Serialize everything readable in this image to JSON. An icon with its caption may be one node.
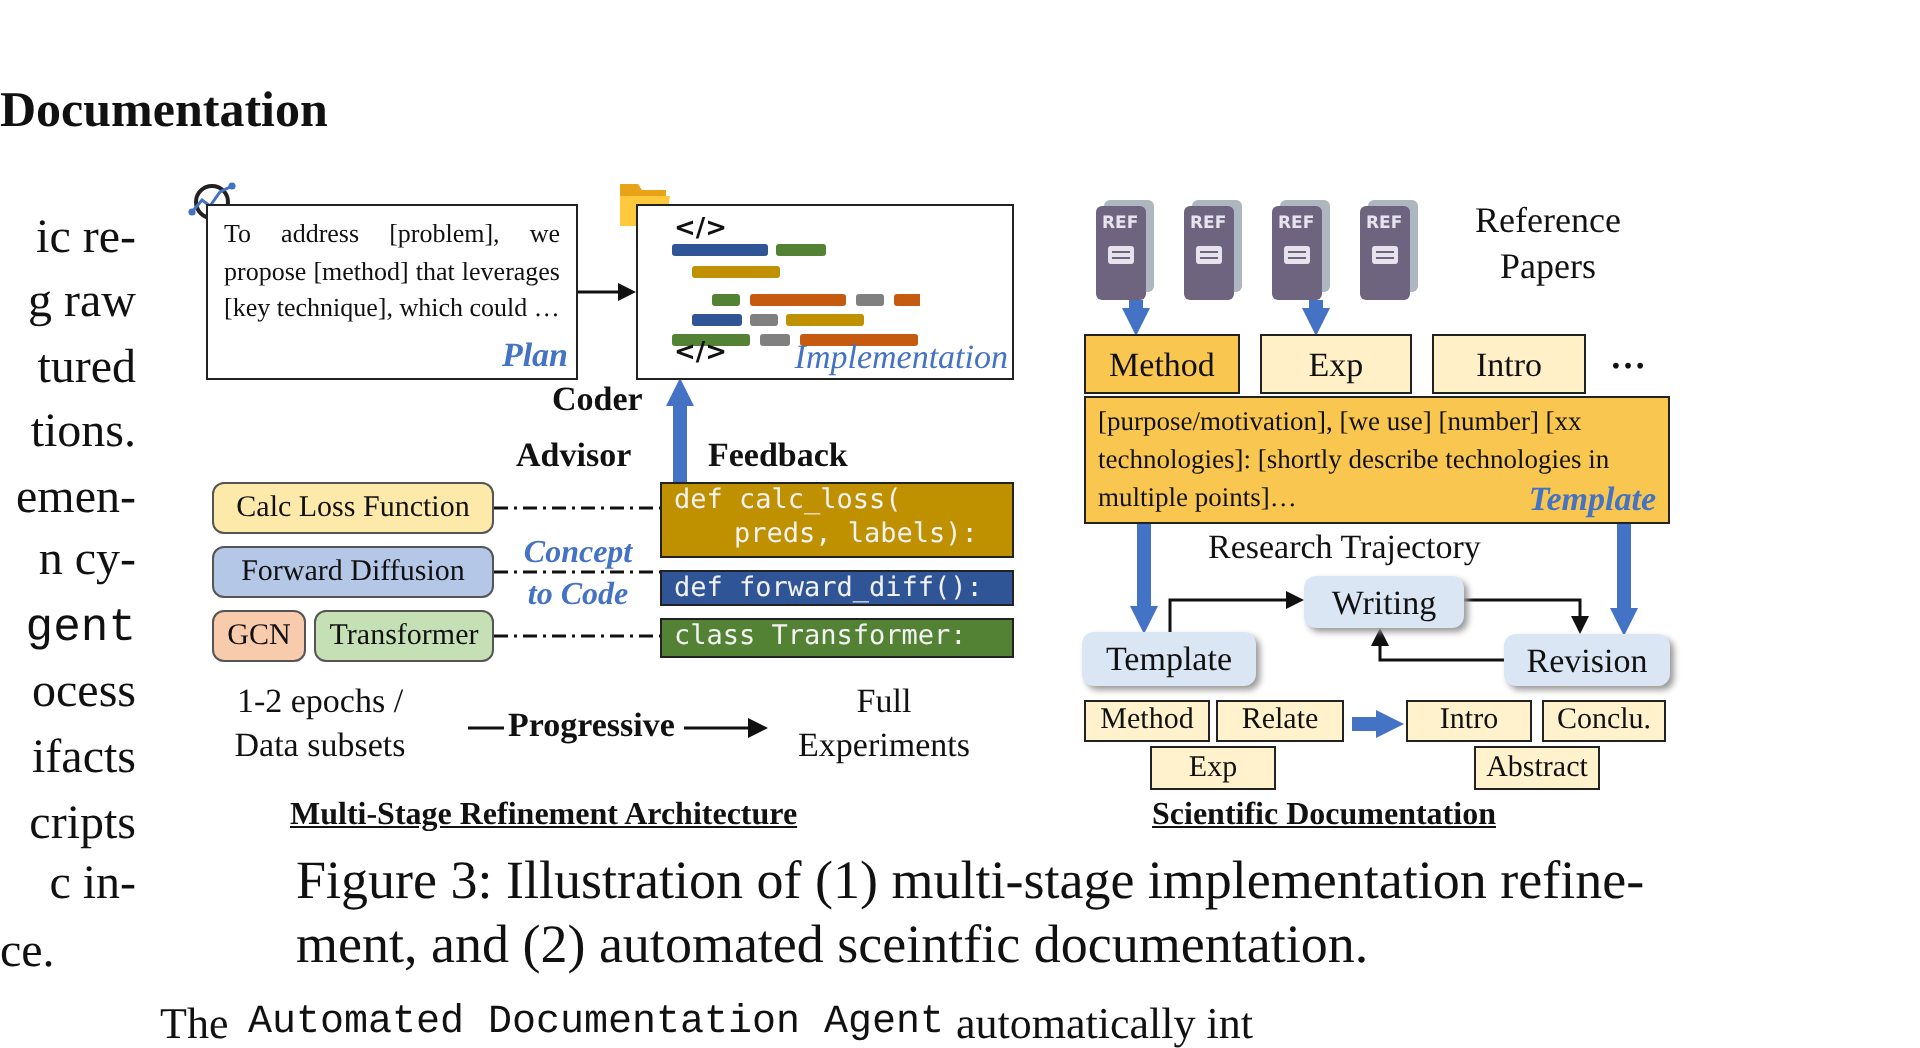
{
  "diagram": {
    "caption": "Figure 3: Illustration of (1) multi-stage implementation refine-ment, and (2) automated sceintfic documentation.",
    "nodes": [
      {
        "text": [
          "To address [problem], we propose [method] that leverages [key technique], which could …",
          "Plan"
        ]
      },
      {
        "text": [
          "</>",
          "</>",
          "Implementation"
        ]
      },
      {
        "text": [
          "Calc Loss Function"
        ]
      },
      {
        "text": [
          "Forward Diffusion"
        ]
      },
      {
        "text": [
          "GCN"
        ]
      },
      {
        "text": [
          "Transformer"
        ]
      },
      {
        "text": [
          "def calc_loss( preds, labels):"
        ]
      },
      {
        "text": [
          "def forward_diff():"
        ]
      },
      {
        "text": [
          "class Transformer:"
        ]
      },
      {
        "text": [
          "REF"
        ]
      },
      {
        "text": [
          "REF"
        ]
      },
      {
        "text": [
          "REF"
        ]
      },
      {
        "text": [
          "REF"
        ]
      },
      {
        "text": [
          "Method"
        ]
      },
      {
        "text": [
          "Exp"
        ]
      },
      {
        "text": [
          "Intro"
        ]
      },
      {
        "text": [
          "[purpose/motivation], [we use] [number] [xx technologies]: [shortly describe technologies in multiple points]…",
          "Template"
        ]
      },
      {
        "text": [
          "Writing"
        ]
      },
      {
        "text": [
          "Template"
        ]
      },
      {
        "text": [
          "Revision"
        ]
      },
      {
        "text": [
          "Method"
        ]
      },
      {
        "text": [
          "Relate"
        ]
      },
      {
        "text": [
          "Exp"
        ]
      },
      {
        "text": [
          "Intro"
        ]
      },
      {
        "text": [
          "Conclu."
        ]
      },
      {
        "text": [
          "Abstract"
        ]
      }
    ],
    "edges": [
      {
        "from": 0,
        "to": 1,
        "arrow": "to"
      },
      {
        "from": 2,
        "to": 6,
        "arrow": "none",
        "style": "dashed"
      },
      {
        "from": 3,
        "to": 7,
        "arrow": "none",
        "style": "dashed"
      },
      {
        "from": 5,
        "to": 8,
        "arrow": "none",
        "style": "dashed"
      },
      {
        "from": 9,
        "to": 13,
        "arrow": "to",
        "style": "thick",
        "color": "#4472c4"
      },
      {
        "from": 11,
        "to": 14,
        "arrow": "to",
        "style": "thick",
        "color": "#4472c4"
      },
      {
        "from": 16,
        "to": 18,
        "arrow": "to",
        "style": "thick",
        "color": "#4472c4"
      },
      {
        "from": 16,
        "to": 19,
        "arrow": "to",
        "style": "thick",
        "color": "#4472c4"
      },
      {
        "from": 18,
        "to": 17,
        "arrow": "to"
      },
      {
        "from": 17,
        "to": 19,
        "arrow": "to"
      },
      {
        "from": 19,
        "to": 17,
        "arrow": "to"
      },
      {
        "from": 21,
        "to": 23,
        "arrow": "to",
        "style": "thick",
        "color": "#4472c4"
      },
      {
        "from": 6,
        "to": 1,
        "arrow": "to",
        "style": "thick",
        "color": "#4472c4"
      }
    ],
    "labels": [
      "Documentation",
      "ic re-",
      "g raw",
      "tured",
      "tions.",
      "emen-",
      "n cy-",
      "gent",
      "ocess",
      "ifacts",
      "cripts",
      "c in-",
      "ce.",
      "Reference Papers",
      "Coder",
      "Advisor",
      "Feedback",
      "…",
      "Concept to Code",
      "Research Trajectory",
      "1-2 epochs / Data subsets",
      "Progressive",
      "Full Experiments",
      "Multi-Stage Refinement Architecture",
      "Scientific Documentation",
      "The",
      "Automated Documentation Agent",
      "automatically int"
    ]
  }
}
